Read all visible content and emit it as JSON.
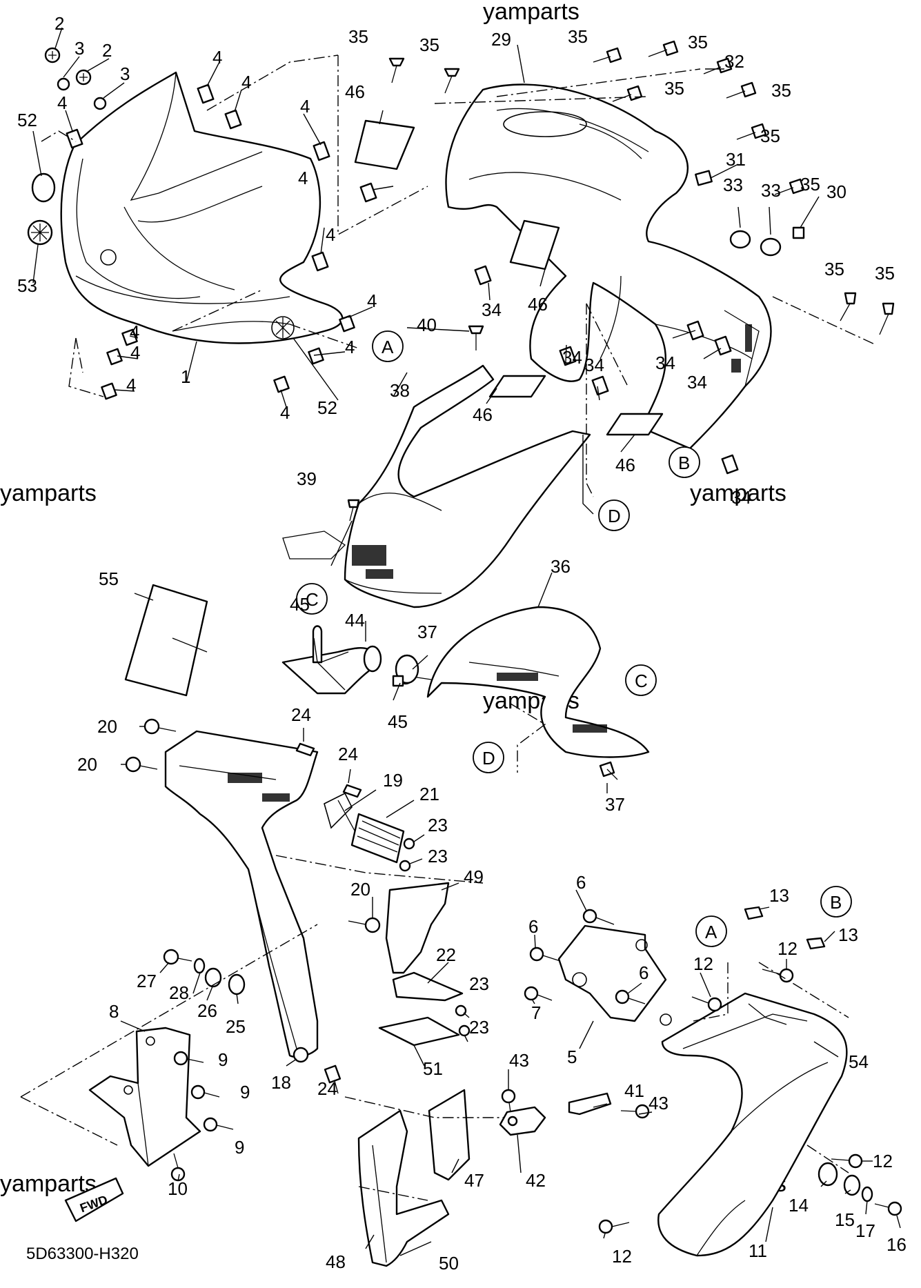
{
  "watermark": "yamparts",
  "diagram_code": "5D63300-H320",
  "fwd_label": "FWD",
  "ref_markers": [
    "A",
    "B",
    "C",
    "D"
  ],
  "part_numbers": [
    "1",
    "2",
    "3",
    "4",
    "5",
    "6",
    "7",
    "8",
    "9",
    "10",
    "11",
    "12",
    "13",
    "14",
    "15",
    "16",
    "17",
    "18",
    "19",
    "20",
    "21",
    "22",
    "23",
    "24",
    "25",
    "26",
    "27",
    "28",
    "29",
    "30",
    "31",
    "32",
    "33",
    "34",
    "35",
    "36",
    "37",
    "38",
    "39",
    "40",
    "41",
    "42",
    "43",
    "44",
    "45",
    "46",
    "47",
    "48",
    "49",
    "50",
    "51",
    "52",
    "53",
    "54",
    "55"
  ]
}
